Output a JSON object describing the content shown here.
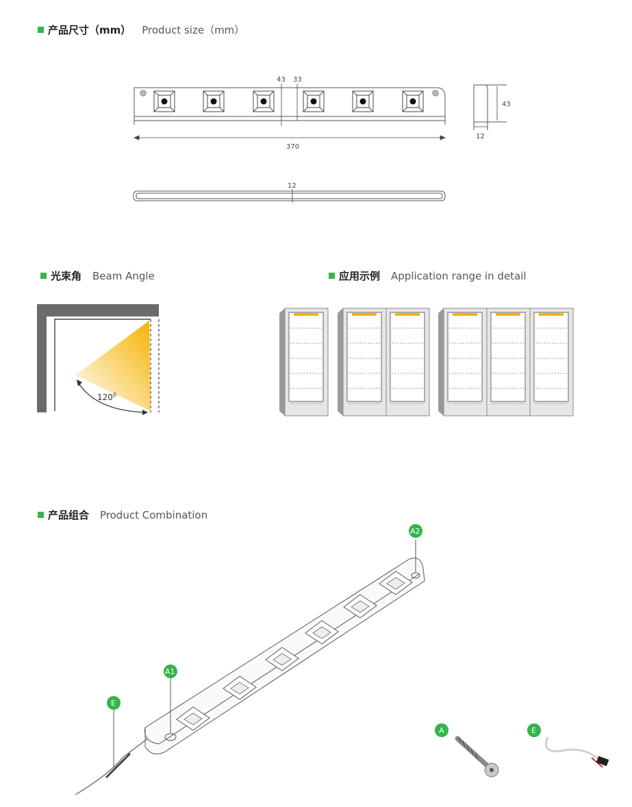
{
  "sections": {
    "size": {
      "cn": "产品尺寸（mm）",
      "en": "Product size（mm）"
    },
    "beam": {
      "cn": "光束角",
      "en": "Beam Angle"
    },
    "application": {
      "cn": "应用示例",
      "en": "Application range in detail"
    },
    "combination": {
      "cn": "产品组合",
      "en": "Product Combination"
    }
  },
  "dimensions": {
    "height_left": "43",
    "height_right": "33",
    "length": "370",
    "side_height": "43",
    "side_width": "12",
    "thickness": "12"
  },
  "beam_angle": {
    "label": "120",
    "sup": "0"
  },
  "labels": {
    "a1": "A1",
    "a2": "A2",
    "e": "E",
    "a": "A",
    "e2": "E"
  },
  "colors": {
    "accent": "#33b54a",
    "light": "#f5b300",
    "panel": "#e6e6e6"
  }
}
